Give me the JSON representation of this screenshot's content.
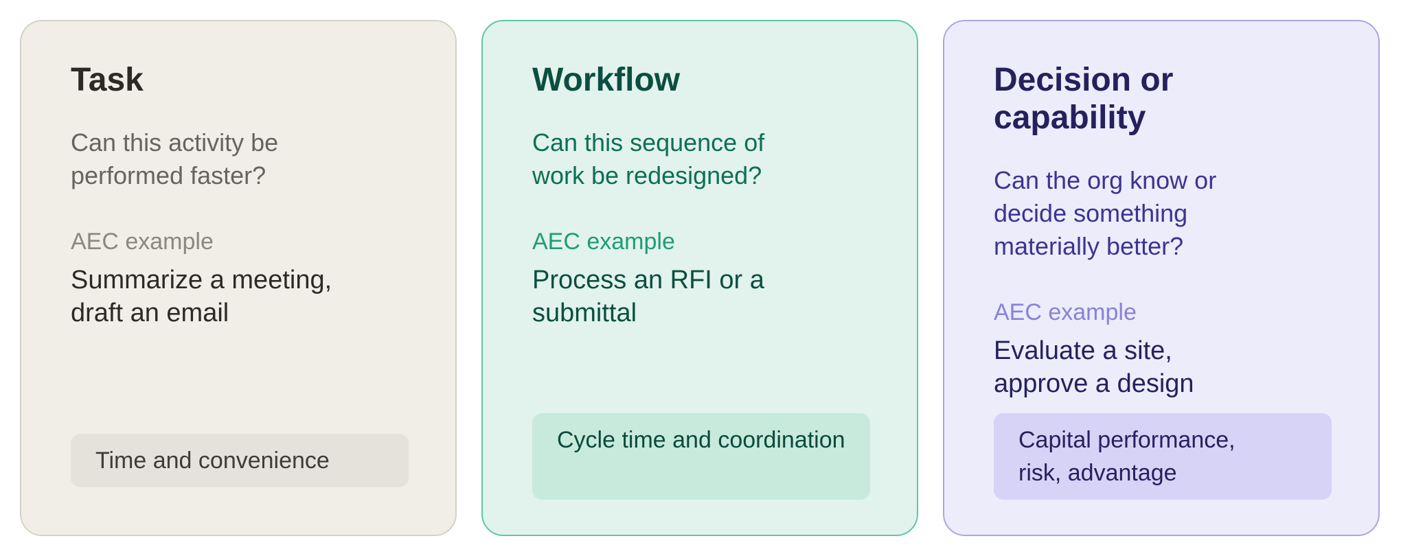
{
  "cards": [
    {
      "title": "Task",
      "question": "Can this activity be performed faster?",
      "example_label": "AEC example",
      "example": "Summarize a meeting, draft an email",
      "outcome": "Time and convenience"
    },
    {
      "title": "Workflow",
      "question": "Can this sequence of work be redesigned?",
      "example_label": "AEC example",
      "example": "Process an RFI or a submittal",
      "outcome": "Cycle time and coordination"
    },
    {
      "title": "Decision or capability",
      "question": "Can the org know or decide something materially better?",
      "example_label": "AEC example",
      "example": "Evaluate a site, approve a design",
      "outcome": "Capital performance, risk, advantage"
    }
  ],
  "colors": {
    "task_bg": "#f1eee8",
    "workflow_bg": "#e1f3ec",
    "decision_bg": "#ececfb"
  }
}
